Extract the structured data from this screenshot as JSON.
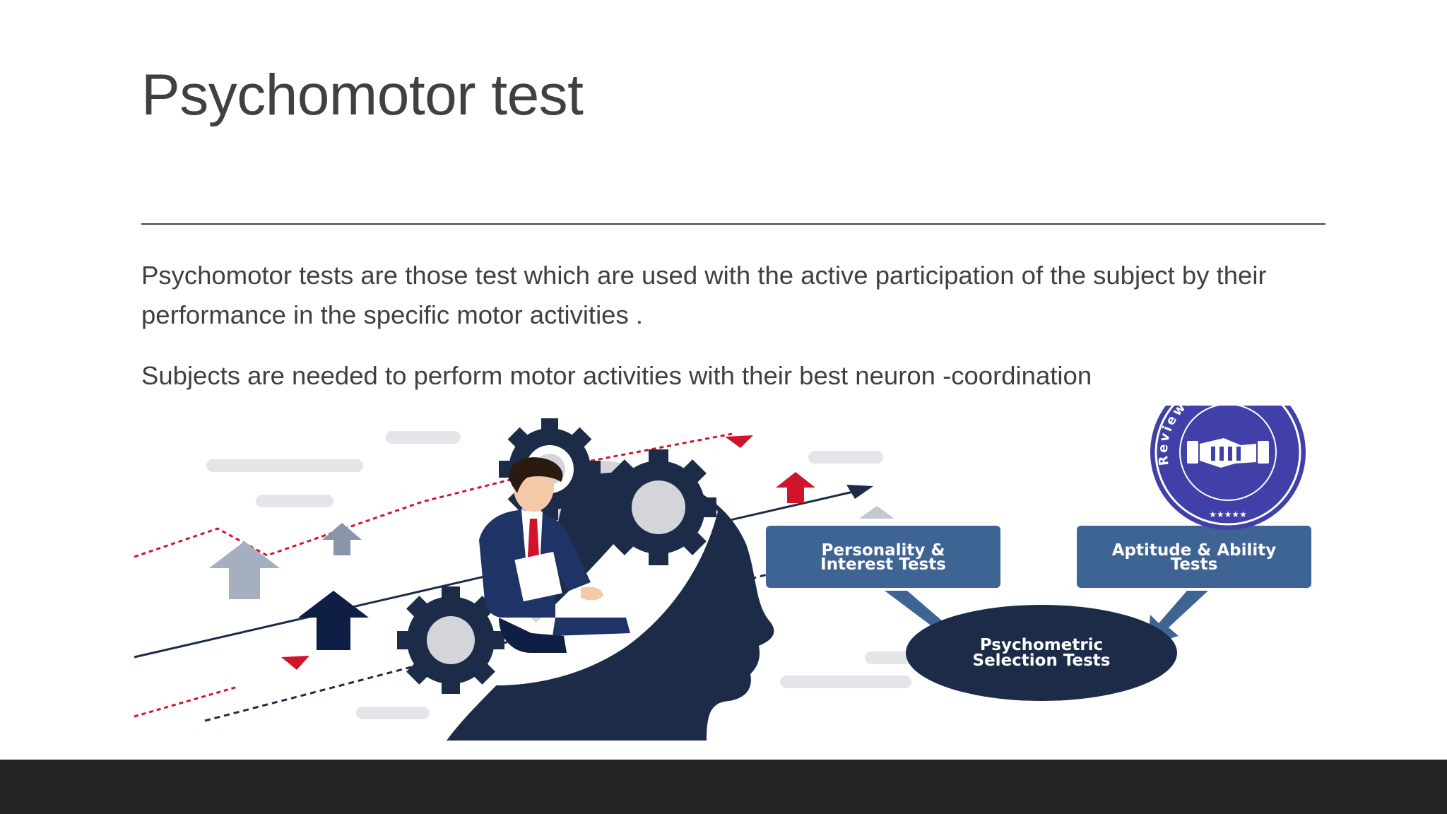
{
  "slide": {
    "title": "Psychomotor test",
    "paragraphs": [
      "Psychomotor tests are those test which are used with the active participation of the subject by their performance in the specific motor activities .",
      "Subjects are needed to perform motor activities with their best neuron -coordination"
    ]
  },
  "illustration": {
    "box_personality_line1": "Personality &",
    "box_personality_line2": "Interest Tests",
    "box_aptitude_line1": "Aptitude & Ability",
    "box_aptitude_line2": "Tests",
    "box_psychometric_line1": "Psychometric",
    "box_psychometric_line2": "Selection Tests",
    "watermark_text": "ReviewAdda.com",
    "watermark_stars": "★★★★★"
  },
  "colors": {
    "text": "#404040",
    "navy": "#1c2c48",
    "box_blue": "#3e6494",
    "accent_red": "#d0142c",
    "footer": "#252528",
    "circle_gray": "#d4d5da"
  }
}
